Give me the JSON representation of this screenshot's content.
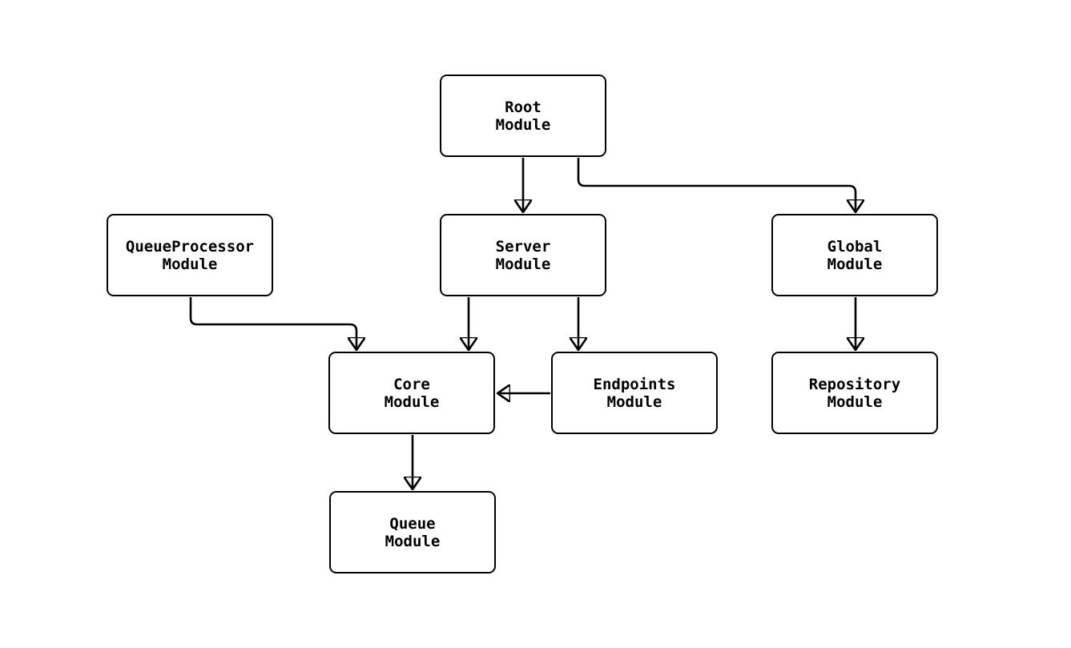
{
  "diagram": {
    "background_color": "#ffffff",
    "node_fill": "#ffffff",
    "node_border_color": "#000000",
    "edge_color": "#000000",
    "nodes": [
      {
        "id": "root",
        "label": "Root\nModule"
      },
      {
        "id": "queueprocessor",
        "label": "QueueProcessor\nModule"
      },
      {
        "id": "server",
        "label": "Server\nModule"
      },
      {
        "id": "global",
        "label": "Global\nModule"
      },
      {
        "id": "core",
        "label": "Core\nModule"
      },
      {
        "id": "endpoints",
        "label": "Endpoints\nModule"
      },
      {
        "id": "repository",
        "label": "Repository\nModule"
      },
      {
        "id": "queue",
        "label": "Queue\nModule"
      }
    ],
    "edges": [
      {
        "from": "root",
        "to": "server"
      },
      {
        "from": "root",
        "to": "global"
      },
      {
        "from": "queueprocessor",
        "to": "core"
      },
      {
        "from": "server",
        "to": "core"
      },
      {
        "from": "server",
        "to": "endpoints"
      },
      {
        "from": "endpoints",
        "to": "core"
      },
      {
        "from": "global",
        "to": "repository"
      },
      {
        "from": "core",
        "to": "queue"
      }
    ]
  }
}
